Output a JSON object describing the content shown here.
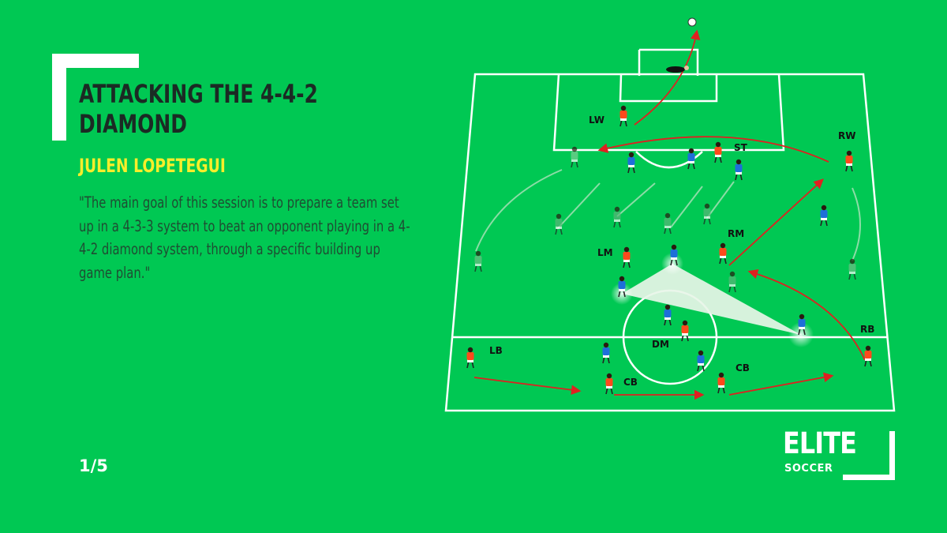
{
  "title": "ATTACKING THE 4-4-2 DIAMOND",
  "coach": "JULEN LOPETEGUI",
  "quote": "\"The main goal of this session is to prepare a team set up in a 4-3-3 system to beat an opponent playing in a 4-4-2 diamond system, through a specific building up game plan.\"",
  "page_indicator": "1/5",
  "logo": {
    "word": "ELITE",
    "sub": "SOCCER"
  },
  "colors": {
    "background": "#00c853",
    "title": "#1b2a24",
    "coach": "#f7ee2a",
    "quote": "#1f4d33",
    "attack_team": "#ff4a1c",
    "defend_team": "#1e6fd9",
    "arrow": "#e02020"
  },
  "diagram": {
    "labels": {
      "lw": "LW",
      "st": "ST",
      "rw": "RW",
      "lm": "LM",
      "rm": "RM",
      "dm": "DM",
      "lb": "LB",
      "rb": "RB",
      "cb_left": "CB",
      "cb_right": "CB"
    }
  }
}
